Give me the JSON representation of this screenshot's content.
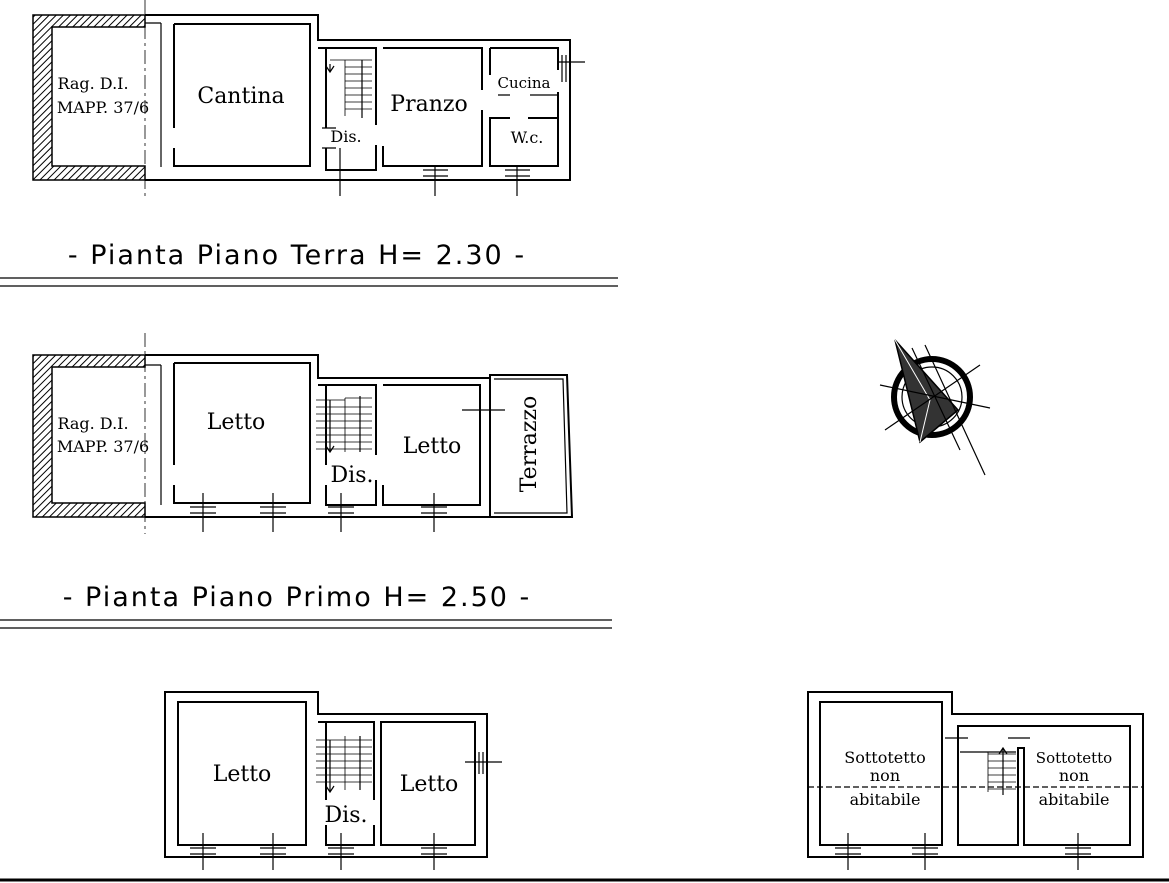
{
  "ground_floor": {
    "caption": "- Pianta Piano Terra H= 2.30 -",
    "rag_line1": "Rag. D.I.",
    "rag_line2": "MAPP. 37/6",
    "cantina": "Cantina",
    "dis": "Dis.",
    "pranzo": "Pranzo",
    "cucina": "Cucina",
    "wc": "W.c."
  },
  "first_floor": {
    "caption": "- Pianta Piano Primo H= 2.50 -",
    "rag_line1": "Rag. D.I.",
    "rag_line2": "MAPP. 37/6",
    "letto_left": "Letto",
    "dis": "Dis.",
    "letto_right": "Letto",
    "terrazzo": "Terrazzo"
  },
  "second_floor": {
    "letto_left": "Letto",
    "dis": "Dis.",
    "letto_right": "Letto"
  },
  "attic": {
    "left_line1": "Sottotetto",
    "left_line2": "non",
    "left_line3": "abitabile",
    "right_line1": "Sottotetto",
    "right_line2": "non",
    "right_line3": "abitabile"
  }
}
